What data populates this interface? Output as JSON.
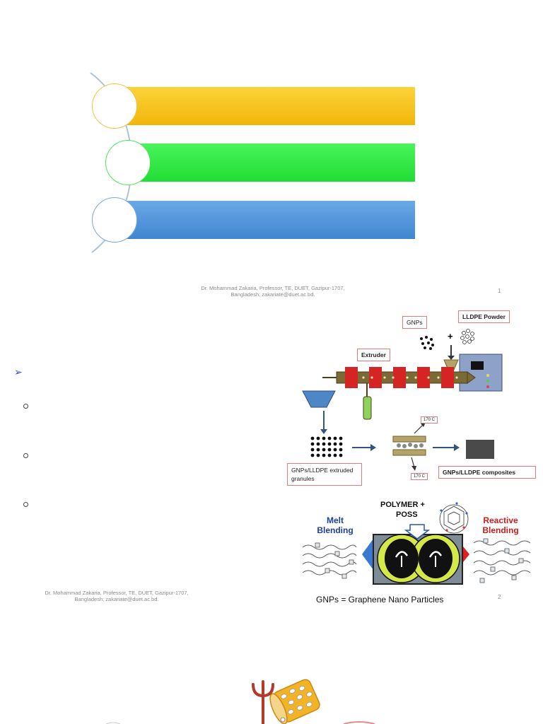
{
  "slide1": {
    "footer": [
      "Dr. Mohammad Zakaria, Professor, TE, DUET, Gazipur-1707,",
      "Bangladesh; zakariate@duet.ac.bd."
    ],
    "page": "1",
    "colors": {
      "bar1": "#F7C20F",
      "bar2": "#2BE63F",
      "bar3": "#4C92D8"
    }
  },
  "slide2": {
    "footer": [
      "Dr. Mohammad Zakaria, Professor, TE, DUET, Gazipur-1707,",
      "Bangladesh; zakariate@duet.ac.bd."
    ],
    "page": "2",
    "arrow_bullet": "➢",
    "diagram1": {
      "gnps": "GNPs",
      "lldpe_powder": "LLDPE Powder",
      "extruder": "Extruder",
      "temp_top": "170 C",
      "temp_bottom": "170 C",
      "granules": "GNPs/LLDPE extruded granules",
      "composites": "GNPs/LLDPE composites",
      "plus": "+"
    },
    "diagram2": {
      "polymer": "POLYMER +",
      "poss": "POSS",
      "melt": "Melt Blending",
      "reactive": "Reactive Blending"
    },
    "caption": "GNPs = Graphene Nano Particles"
  }
}
